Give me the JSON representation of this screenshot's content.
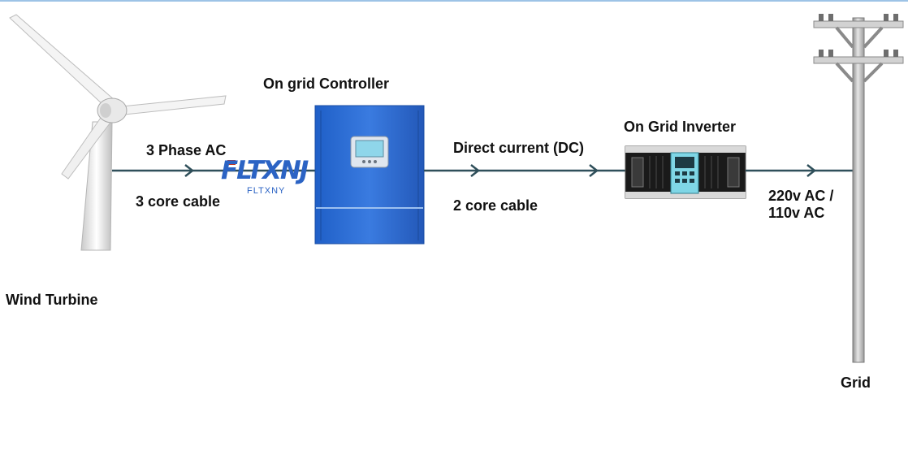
{
  "diagram": {
    "labels": {
      "wind_turbine": "Wind Turbine",
      "three_phase": "3 Phase AC",
      "three_core": "3 core cable",
      "controller": "On grid Controller",
      "dc": "Direct current (DC)",
      "two_core": "2 core cable",
      "inverter": "On Grid Inverter",
      "ac_line1": "220v AC /",
      "ac_line2": "110v AC",
      "grid": "Grid"
    },
    "logo": {
      "mark": "FLTXNJ",
      "text": "FLTXNY"
    },
    "colors": {
      "cable": "#2f4f5a",
      "controller": "#2f6fd4",
      "inverter_panel": "#7fd6e6"
    }
  }
}
